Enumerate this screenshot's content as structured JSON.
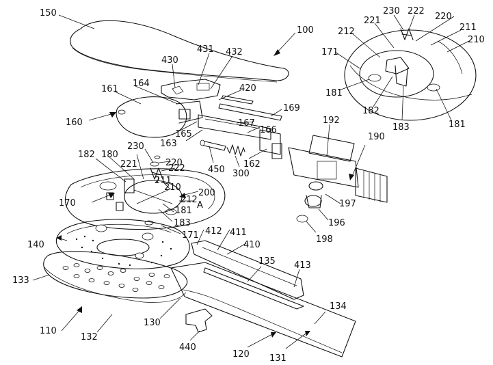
{
  "labels": {
    "l100": "100",
    "l110": "110",
    "l120": "120",
    "l130": "130",
    "l131": "131",
    "l132": "132",
    "l133": "133",
    "l134": "134",
    "l135": "135",
    "l140": "140",
    "l150": "150",
    "l160": "160",
    "l161": "161",
    "l162": "162",
    "l163": "163",
    "l164": "164",
    "l165": "165",
    "l166": "166",
    "l167": "167",
    "l169": "169",
    "l170": "170",
    "l171a": "171",
    "l171b": "171",
    "l180": "180",
    "l181a": "181",
    "l181b": "181",
    "l181c": "181",
    "l182a": "182",
    "l182b": "182",
    "l183a": "183",
    "l183b": "183",
    "l190": "190",
    "l192": "192",
    "l196": "196",
    "l197": "197",
    "l198": "198",
    "l200": "200",
    "l210a": "210",
    "l210b": "210",
    "l211a": "211",
    "l211b": "211",
    "l212a": "212",
    "l212b": "212",
    "l220a": "220",
    "l220b": "220",
    "l221a": "221",
    "l221b": "221",
    "l222a": "222",
    "l222b": "222",
    "l230a": "230",
    "l230b": "230",
    "l300": "300",
    "l410": "410",
    "l411": "411",
    "l412": "412",
    "l413": "413",
    "l420": "420",
    "l430": "430",
    "l431": "431",
    "l432": "432",
    "l440": "440",
    "l450": "450",
    "lA": "A"
  }
}
